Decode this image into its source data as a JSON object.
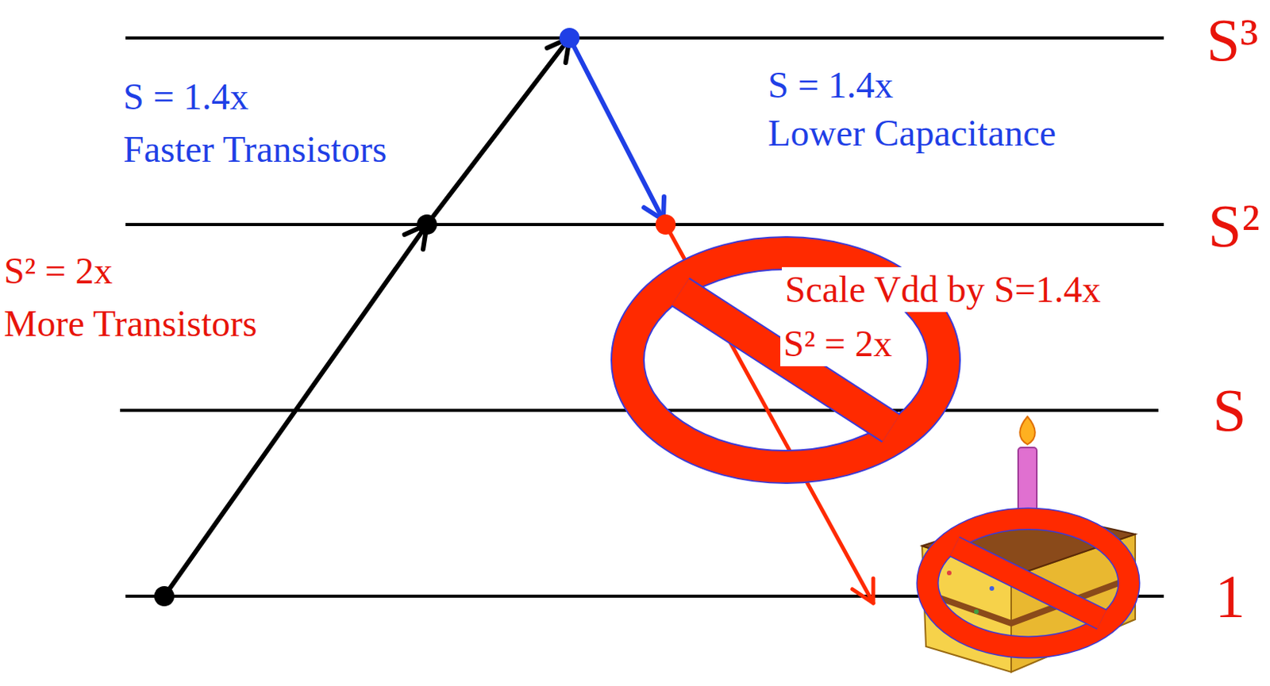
{
  "diagram": {
    "labels": [
      "S³",
      "S = 1.4x",
      "Faster Transistors",
      "S = 1.4x",
      "Lower Capacitance",
      "S²",
      "S² = 2x",
      "More Transistors",
      "Scale Vdd by S=1.4x",
      "S² = 2x",
      "S",
      "1"
    ]
  }
}
